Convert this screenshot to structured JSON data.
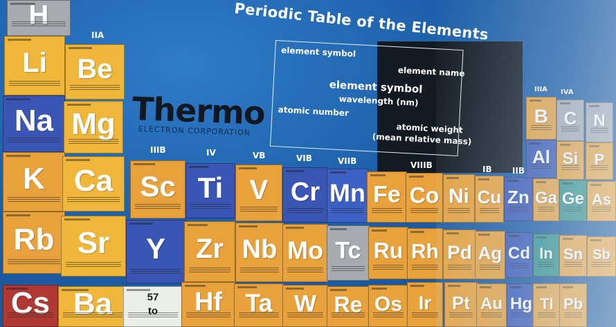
{
  "poster": {
    "title": "Periodic Table of the Elements",
    "brand": "Thermo",
    "brand_sub": "ELECTRON CORPORATION"
  },
  "legend": {
    "element_symbol_top": "element symbol",
    "element_name": "element name",
    "element_symbol_center": "element symbol",
    "wavelength": "wavelength (nm)",
    "atomic_number": "atomic number",
    "atomic_weight": "atomic weight",
    "mean_mass": "(mean relative mass)"
  },
  "group_labels": {
    "IIA": "IIA",
    "IIIB": "IIIB",
    "IV": "IV",
    "VB": "VB",
    "VIB": "VIB",
    "VIIB": "VIIB",
    "VIIIB": "VIIIB",
    "IB": "IB",
    "IIB": "IIB",
    "IIIA": "IIIA",
    "IVA": "IVA"
  },
  "colors": {
    "orange": "#e9a23b",
    "yellow": "#efb63a",
    "blue": "#3a56b4",
    "gray": "#a7abb0",
    "teal": "#2e8e86",
    "red": "#b03a33",
    "background": "#1e63b0"
  },
  "elements": [
    {
      "sym": "H",
      "c": "gray"
    },
    {
      "sym": "Li",
      "c": "yellow"
    },
    {
      "sym": "Be",
      "c": "yellow"
    },
    {
      "sym": "Na",
      "c": "blue"
    },
    {
      "sym": "Mg",
      "c": "yellow"
    },
    {
      "sym": "K",
      "c": "orange"
    },
    {
      "sym": "Ca",
      "c": "yellow"
    },
    {
      "sym": "Rb",
      "c": "orange"
    },
    {
      "sym": "Sr",
      "c": "yellow"
    },
    {
      "sym": "Cs",
      "c": "red"
    },
    {
      "sym": "Ba",
      "c": "yellow"
    },
    {
      "sym": "Sc",
      "c": "orange"
    },
    {
      "sym": "Ti",
      "c": "blue"
    },
    {
      "sym": "V",
      "c": "orange"
    },
    {
      "sym": "Cr",
      "c": "blue"
    },
    {
      "sym": "Mn",
      "c": "lblue"
    },
    {
      "sym": "Fe",
      "c": "orange"
    },
    {
      "sym": "Co",
      "c": "orange"
    },
    {
      "sym": "Ni",
      "c": "orange"
    },
    {
      "sym": "Cu",
      "c": "orange"
    },
    {
      "sym": "Zn",
      "c": "blue"
    },
    {
      "sym": "Ga",
      "c": "orange"
    },
    {
      "sym": "Ge",
      "c": "teal"
    },
    {
      "sym": "As",
      "c": "orange"
    },
    {
      "sym": "Y",
      "c": "blue"
    },
    {
      "sym": "Zr",
      "c": "orange"
    },
    {
      "sym": "Nb",
      "c": "orange"
    },
    {
      "sym": "Mo",
      "c": "orange"
    },
    {
      "sym": "Tc",
      "c": "gray"
    },
    {
      "sym": "Ru",
      "c": "orange"
    },
    {
      "sym": "Rh",
      "c": "orange"
    },
    {
      "sym": "Pd",
      "c": "orange"
    },
    {
      "sym": "Ag",
      "c": "orange"
    },
    {
      "sym": "Cd",
      "c": "blue"
    },
    {
      "sym": "In",
      "c": "teal"
    },
    {
      "sym": "Sn",
      "c": "orange"
    },
    {
      "sym": "Sb",
      "c": "orange"
    },
    {
      "sym": "57\nto",
      "c": "pale"
    },
    {
      "sym": "Hf",
      "c": "orange"
    },
    {
      "sym": "Ta",
      "c": "orange"
    },
    {
      "sym": "W",
      "c": "orange"
    },
    {
      "sym": "Re",
      "c": "orange"
    },
    {
      "sym": "Os",
      "c": "orange"
    },
    {
      "sym": "Ir",
      "c": "orange"
    },
    {
      "sym": "Pt",
      "c": "orange"
    },
    {
      "sym": "Au",
      "c": "orange"
    },
    {
      "sym": "Hg",
      "c": "blue"
    },
    {
      "sym": "Tl",
      "c": "orange"
    },
    {
      "sym": "Pb",
      "c": "orange"
    },
    {
      "sym": "B",
      "c": "orange"
    },
    {
      "sym": "C",
      "c": "gray"
    },
    {
      "sym": "N",
      "c": "gray"
    },
    {
      "sym": "Al",
      "c": "blue"
    },
    {
      "sym": "Si",
      "c": "orange"
    },
    {
      "sym": "P",
      "c": "orange"
    }
  ]
}
